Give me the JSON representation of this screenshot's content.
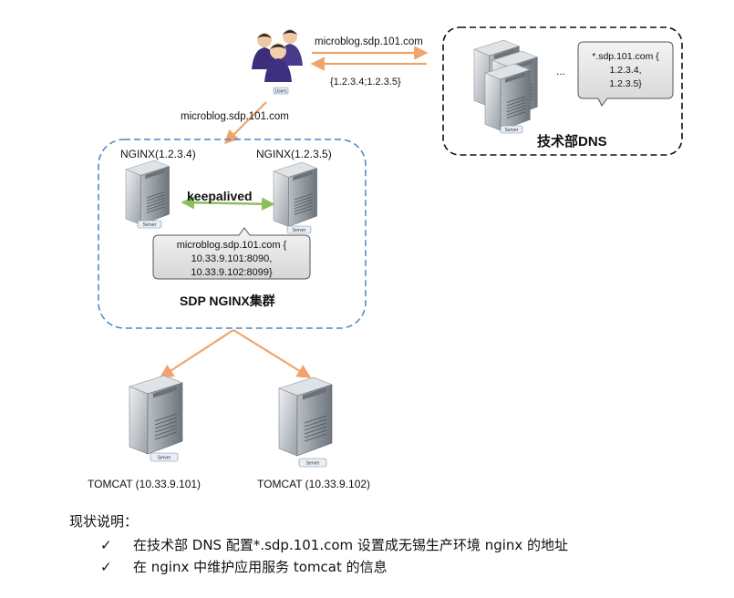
{
  "users": {
    "label": "Users"
  },
  "edges": {
    "to_dns_request": "microblog.sdp.101.com",
    "from_dns_response": "{1.2.3.4;1.2.3.5}",
    "to_cluster": "microblog.sdp.101.com"
  },
  "dns": {
    "title": "技术部DNS",
    "ellipsis": "...",
    "server_label": "Server",
    "record_lines": [
      "*.sdp.101.com {",
      "1.2.3.4,",
      "1.2.3.5}"
    ]
  },
  "cluster": {
    "title": "SDP NGINX集群",
    "nginx1": "NGINX(1.2.3.4)",
    "nginx2": "NGINX(1.2.3.5)",
    "server_label": "Server",
    "keepalived": "keepalived",
    "upstream_lines": [
      "microblog.sdp.101.com {",
      "10.33.9.101:8090,",
      "10.33.9.102:8099}"
    ]
  },
  "backends": {
    "tomcat1": "TOMCAT (10.33.9.101)",
    "tomcat2": "TOMCAT (10.33.9.102)",
    "server_label": "Server"
  },
  "notes": {
    "title": "现状说明：",
    "check": "✓",
    "items": [
      "在技术部 DNS 配置*.sdp.101.com 设置成无锡生产环境 nginx 的地址",
      "在 nginx 中维护应用服务 tomcat 的信息"
    ]
  },
  "colors": {
    "arrow": "#f0a46c",
    "cluster_border": "#4a86c8",
    "keepalived": "#8bbf5a"
  }
}
